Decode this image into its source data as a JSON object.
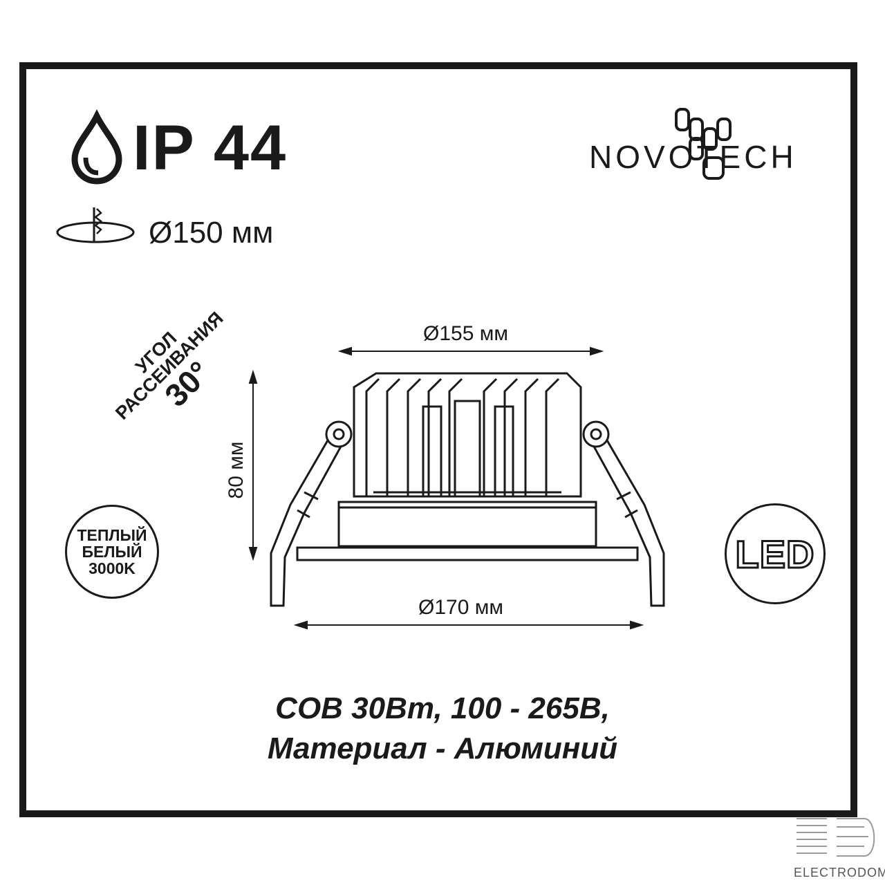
{
  "ip_rating": "IP 44",
  "cutout": "Ø150 мм",
  "brand": "NOVOTECH",
  "dimensions": {
    "top_width": "Ø155 мм",
    "bottom_width": "Ø170 мм",
    "height": "80 мм"
  },
  "beam_angle": {
    "line1": "УГОЛ",
    "line2": "РАССЕИВАНИЯ",
    "line3": "30°"
  },
  "color_temp": {
    "line1": "ТЕПЛЫЙ",
    "line2": "БЕЛЫЙ",
    "line3": "3000K"
  },
  "led_badge": "LED",
  "specs": {
    "line1": "COB 30Вт, 100 - 265В,",
    "line2": "Материал - Алюминий"
  },
  "watermark": "ELECTRODOM",
  "colors": {
    "ink": "#1a1a1a",
    "paper": "#ffffff"
  }
}
